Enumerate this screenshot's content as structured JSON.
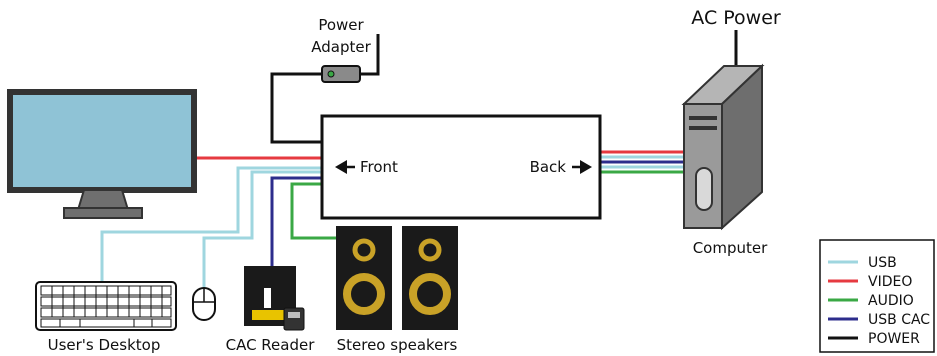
{
  "labels": {
    "power_adapter_line1": "Power",
    "power_adapter_line2": "Adapter",
    "ac_power": "AC Power",
    "front": "Front",
    "back": "Back",
    "computer": "Computer",
    "users_desktop": "User's Desktop",
    "cac_reader": "CAC Reader",
    "stereo_speakers": "Stereo speakers"
  },
  "legend": [
    {
      "label": "USB",
      "color": "#9fd6df"
    },
    {
      "label": "VIDEO",
      "color": "#e63a40"
    },
    {
      "label": "AUDIO",
      "color": "#3aa845"
    },
    {
      "label": "USB CAC",
      "color": "#2d2d8c"
    },
    {
      "label": "POWER",
      "color": "#111111"
    }
  ],
  "colors": {
    "monitor_screen": "#8fc3d6",
    "device_gray": "#8a8a8a",
    "speaker_cone": "#c9a227"
  }
}
